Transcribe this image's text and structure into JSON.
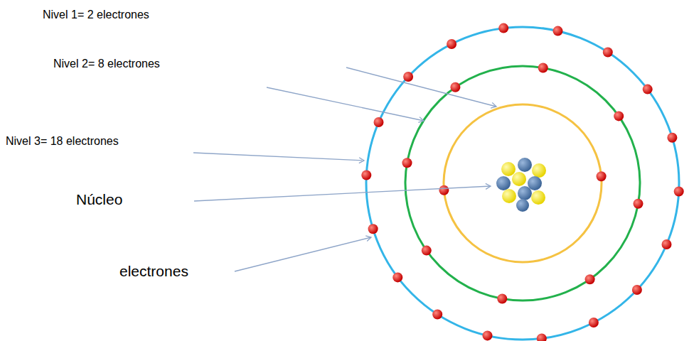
{
  "diagram": {
    "labels": [
      "Nivel 1= 2 electrones",
      "Nivel 2= 8 electrones",
      "Nivel 3= 18 electrones",
      "Núcleo",
      "electrones"
    ]
  }
}
